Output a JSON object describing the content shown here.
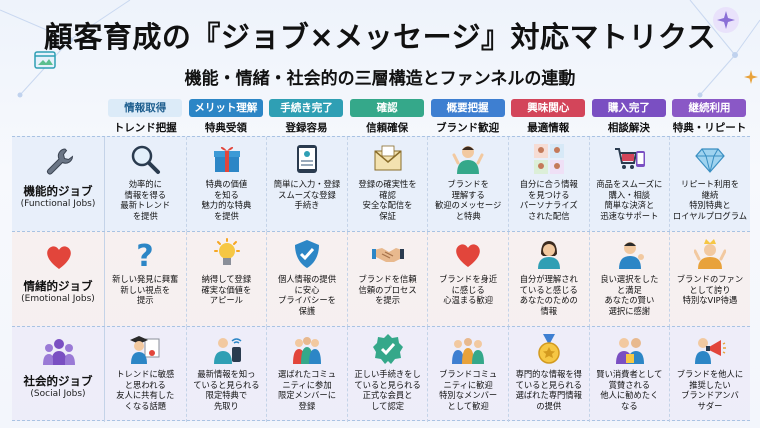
{
  "header": {
    "title": "顧客育成の『ジョブ×メッセージ』対応マトリクス",
    "subtitle": "機能・情緒・社会的の三層構造とファンネルの連動"
  },
  "stages": [
    {
      "label": "情報取得",
      "sub": "トレンド把握",
      "color": "#1f5f8f",
      "bg": "#dcebf8"
    },
    {
      "label": "メリット理解",
      "sub": "特典受領",
      "color": "#ffffff",
      "bg": "#2c86c6"
    },
    {
      "label": "手続き完了",
      "sub": "登録容易",
      "color": "#ffffff",
      "bg": "#2f9fb4"
    },
    {
      "label": "確認",
      "sub": "信頼確保",
      "color": "#ffffff",
      "bg": "#35a88a"
    },
    {
      "label": "概要把握",
      "sub": "ブランド歓迎",
      "color": "#ffffff",
      "bg": "#3e7fd1"
    },
    {
      "label": "興味関心",
      "sub": "最適情報",
      "color": "#ffffff",
      "bg": "#d3455a"
    },
    {
      "label": "購入完了",
      "sub": "相談解決",
      "color": "#ffffff",
      "bg": "#7a4fc2"
    },
    {
      "label": "継続利用",
      "sub": "特典・リピート",
      "color": "#ffffff",
      "bg": "#8a58c6"
    }
  ],
  "rows": [
    {
      "name": "機能的ジョブ",
      "en": "(Functional Jobs)",
      "icon": "wrench-icon",
      "cells": [
        {
          "icon": "magnifier-icon",
          "text": "効率的に\n情報を得る\n最新トレンド\nを提供"
        },
        {
          "icon": "gift-icon",
          "text": "特典の価値\nを知る\n魅力的な特典\nを提供"
        },
        {
          "icon": "tablet-form-icon",
          "text": "簡単に入力・登録\nスムーズな登録\n手続き"
        },
        {
          "icon": "envelope-icon",
          "text": "登録の確実性を\n確認\n安全な配信を\n保証"
        },
        {
          "icon": "welcome-person-icon",
          "text": "ブランドを\n理解する\n歓迎のメッセージ\nと特典"
        },
        {
          "icon": "personalized-grid-icon",
          "text": "自分に合う情報\nを見つける\nパーソナライズ\nされた配信"
        },
        {
          "icon": "cart-phone-icon",
          "text": "商品をスムーズに\n購入・相談\n簡単な決済と\n迅速なサポート"
        },
        {
          "icon": "diamond-icon",
          "text": "リピート利用を\n継続\n特別特典と\nロイヤルプログラム"
        }
      ]
    },
    {
      "name": "情緒的ジョブ",
      "en": "(Emotional Jobs)",
      "icon": "heart-icon",
      "cells": [
        {
          "icon": "question-mark-icon",
          "text": "新しい発見に興奮\n新しい視点を\n提示"
        },
        {
          "icon": "lightbulb-icon",
          "text": "納得して登録\n確実な価値を\nアピール"
        },
        {
          "icon": "shield-check-icon",
          "text": "個人情報の提供\nに安心\nプライバシーを\n保護"
        },
        {
          "icon": "handshake-icon",
          "text": "ブランドを信頼\n信頼のプロセス\nを提示"
        },
        {
          "icon": "heart-icon",
          "text": "ブランドを身近\nに感じる\n心温まる歓迎"
        },
        {
          "icon": "woman-avatar-icon",
          "text": "自分が理解され\nていると感じる\nあなたのための\n情報"
        },
        {
          "icon": "satisfied-man-icon",
          "text": "良い選択をした\nと満足\nあなたの賢い\n選択に感謝"
        },
        {
          "icon": "crowned-fan-icon",
          "text": "ブランドのファン\nとして誇り\n特別なVIP待遇"
        }
      ]
    },
    {
      "name": "社会的ジョブ",
      "en": "(Social Jobs)",
      "icon": "group-icon",
      "cells": [
        {
          "icon": "graduate-certificate-icon",
          "text": "トレンドに敏感\nと思われる\n友人に共有した\nくなる話題"
        },
        {
          "icon": "phone-wifi-person-icon",
          "text": "最新情報を知っ\nていると見られる\n限定特典で\n先取り"
        },
        {
          "icon": "community-icon",
          "text": "選ばれたコミュ\nニティに参加\n限定メンバーに\n登録"
        },
        {
          "icon": "verified-badge-icon",
          "text": "正しい手続きをし\nていると見られる\n正式な会員と\nして認定"
        },
        {
          "icon": "team-icon",
          "text": "ブランドコミュ\nニティに歓迎\n特別なメンバー\nとして歓迎"
        },
        {
          "icon": "medal-icon",
          "text": "専門的な情報を得\nていると見られる\n選ばれた専門情報\nの提供"
        },
        {
          "icon": "smart-buyer-icon",
          "text": "賢い消費者として\n賞賛される\n他人に勧めたく\nなる"
        },
        {
          "icon": "megaphone-person-icon",
          "text": "ブランドを他人に\n推奨したい\nブランドアンバ\nサダー"
        }
      ]
    }
  ]
}
